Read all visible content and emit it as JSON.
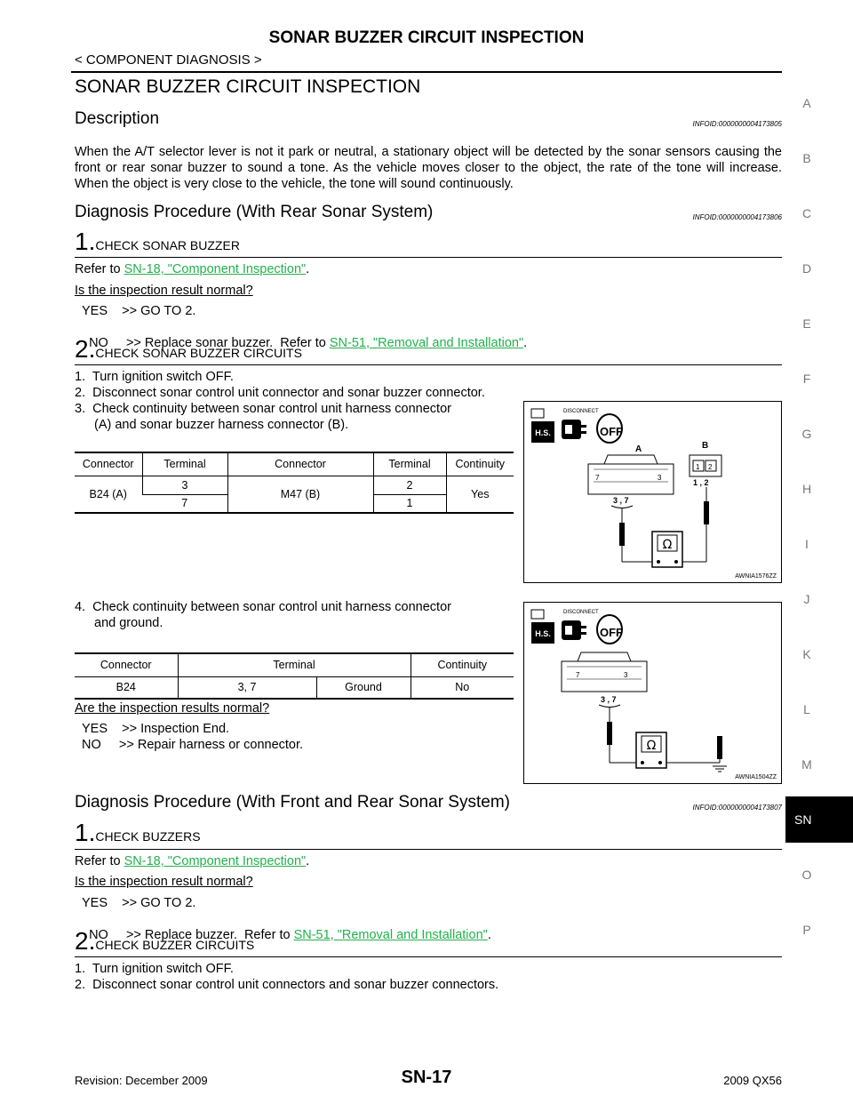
{
  "header": {
    "title": "SONAR BUZZER CIRCUIT INSPECTION",
    "section": "< COMPONENT DIAGNOSIS >"
  },
  "main": {
    "heading": "SONAR BUZZER CIRCUIT INSPECTION",
    "description": {
      "title": "Description",
      "infoid": "INFOID:0000000004173805",
      "text": "When the A/T selector lever is not it park or neutral, a stationary object will be detected by the sonar sensors causing the front or rear sonar buzzer to sound a tone. As the vehicle moves closer to the object, the rate of the tone will increase.  When the object is very close to the vehicle, the tone will sound continuously."
    },
    "rear": {
      "title": "Diagnosis Procedure (With Rear Sonar System)",
      "infoid": "INFOID:0000000004173806",
      "step1": {
        "num": "1.",
        "title": "CHECK SONAR BUZZER",
        "refer_prefix": "Refer to ",
        "refer_link": "SN-18, \"Component Inspection\"",
        "refer_suffix": ".",
        "question": "Is the inspection result normal?",
        "yes": "YES    >> GO TO 2.",
        "no_prefix": "NO     >> Replace sonar buzzer.  Refer to ",
        "no_link": "SN-51, \"Removal and Installation\"",
        "no_suffix": "."
      },
      "step2": {
        "num": "2.",
        "title": "CHECK SONAR BUZZER CIRCUITS",
        "items": [
          "1.  Turn ignition switch OFF.",
          "2.  Disconnect sonar control unit connector and sonar buzzer connector."
        ],
        "item3a": "3.  Check continuity between sonar control unit harness connector",
        "item3b": "(A) and sonar buzzer harness connector (B).",
        "table1": {
          "headers": [
            "Connector",
            "Terminal",
            "Connector",
            "Terminal",
            "Continuity"
          ],
          "conn_a": "B24 (A)",
          "term_a": [
            "3",
            "7"
          ],
          "conn_b": "M47 (B)",
          "term_b": [
            "2",
            "1"
          ],
          "continuity": "Yes"
        },
        "item4a": "4.  Check continuity between sonar control unit harness connector",
        "item4b": "and ground.",
        "table2": {
          "headers": [
            "Connector",
            "Terminal",
            "Continuity"
          ],
          "row": [
            "B24",
            "3, 7",
            "Ground",
            "No"
          ]
        },
        "question": "Are the inspection results normal?",
        "yes": "YES    >> Inspection End.",
        "no": "NO     >> Repair harness or connector."
      },
      "fig1": {
        "disconnect": "DISCONNECT",
        "hs": "H.S.",
        "off": "OFF",
        "label_a": "A",
        "label_b": "B",
        "pins_a": [
          "7",
          "3"
        ],
        "pins_b": [
          "1",
          "2"
        ],
        "probe_a": "3 , 7",
        "probe_b": "1 , 2",
        "ohm": "Ω",
        "code": "AWNIA1576ZZ"
      },
      "fig2": {
        "disconnect": "DISCONNECT",
        "hs": "H.S.",
        "off": "OFF",
        "pins_a": [
          "7",
          "3"
        ],
        "probe_a": "3 , 7",
        "ohm": "Ω",
        "code": "AWNIA1504ZZ"
      }
    },
    "frontrear": {
      "title": "Diagnosis Procedure (With Front and Rear Sonar System)",
      "infoid": "INFOID:0000000004173807",
      "step1": {
        "num": "1.",
        "title": "CHECK BUZZERS",
        "refer_prefix": "Refer to ",
        "refer_link": "SN-18, \"Component Inspection\"",
        "refer_suffix": ".",
        "question": "Is the inspection result normal?",
        "yes": "YES    >> GO TO 2.",
        "no_prefix": "NO     >> Replace buzzer.  Refer to ",
        "no_link": "SN-51, \"Removal and Installation\"",
        "no_suffix": "."
      },
      "step2": {
        "num": "2.",
        "title": "CHECK BUZZER CIRCUITS",
        "items": [
          "1.  Turn ignition switch OFF.",
          "2.  Disconnect sonar control unit connectors and sonar buzzer connectors."
        ]
      }
    }
  },
  "sidebar": {
    "letters": [
      "A",
      "B",
      "C",
      "D",
      "E",
      "F",
      "G",
      "H",
      "I",
      "J",
      "K",
      "L",
      "M",
      "O",
      "P"
    ],
    "active": "SN"
  },
  "footer": {
    "revision": "Revision: December 2009",
    "page": "SN-17",
    "model": "2009 QX56"
  }
}
